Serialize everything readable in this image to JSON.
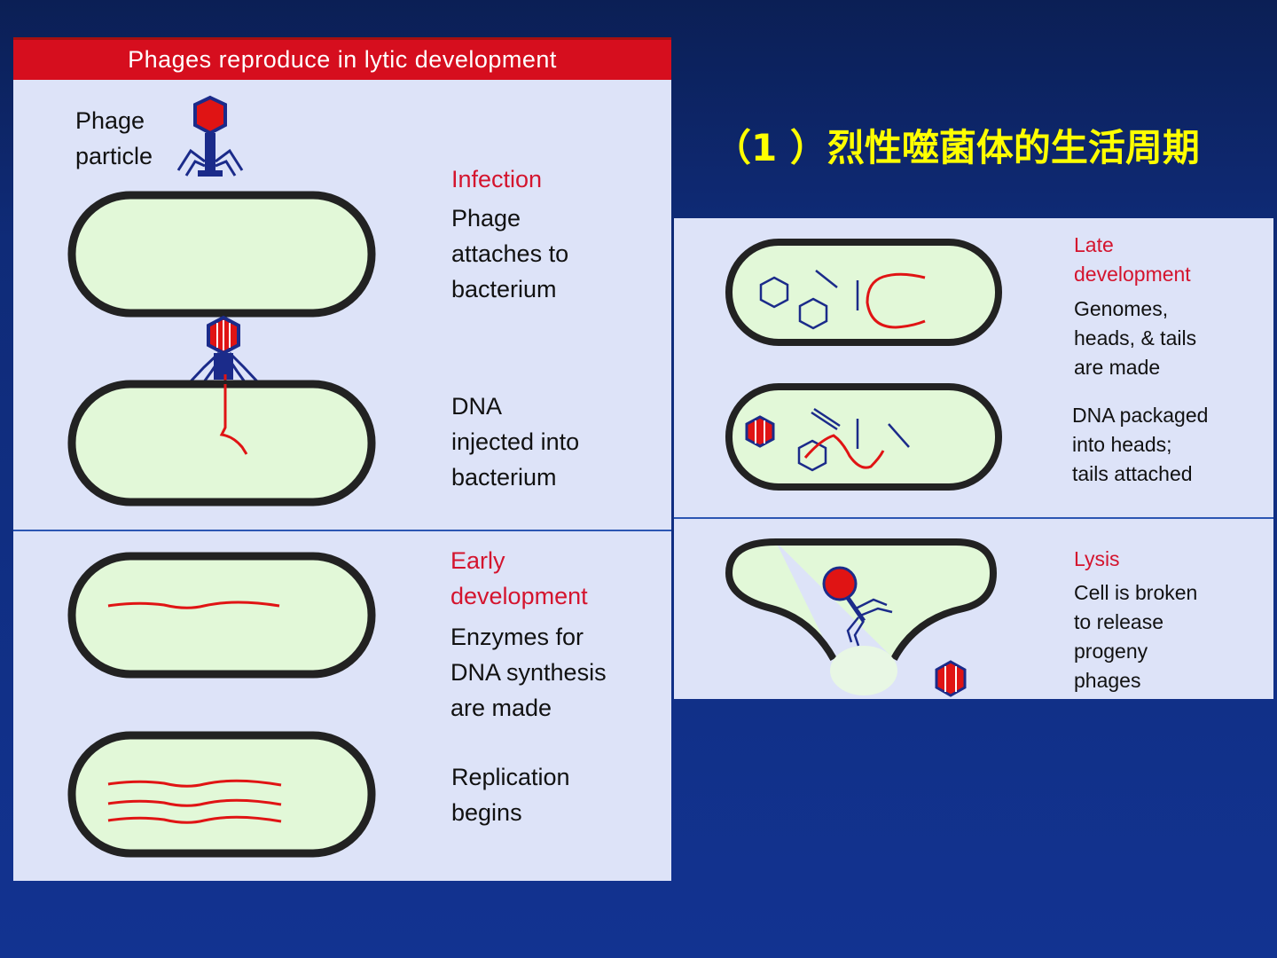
{
  "slide": {
    "title": "（1 ）烈性噬菌体的生活周期",
    "background_color": "#123391",
    "title_color": "#ffff00"
  },
  "figure": {
    "banner": "Phages reproduce in lytic development",
    "phage_label": "Phage\nparticle",
    "stages": {
      "infection": {
        "heading": "Infection",
        "text": "Phage\nattaches to\nbacterium"
      },
      "dna_injection": {
        "text": "DNA\ninjected into\nbacterium"
      },
      "early_development": {
        "heading": "Early\ndevelopment",
        "text": "Enzymes for\nDNA synthesis\nare made"
      },
      "replication": {
        "text": "Replication\nbegins"
      },
      "late_development": {
        "heading": "Late\ndevelopment",
        "text": "Genomes,\nheads, & tails\nare made"
      },
      "packaging": {
        "text": "DNA packaged\ninto heads;\ntails attached"
      },
      "lysis": {
        "heading": "Lysis",
        "text": "Cell is broken\nto release\nprogeny\nphages"
      }
    },
    "colors": {
      "banner": "#d60e1e",
      "panel": "#dde3f8",
      "cell_fill": "#e2f8d8",
      "cell_outline": "#222222",
      "dna": "#e01414",
      "phage": "#1b2b8a",
      "heading_text": "#d4142e"
    }
  }
}
